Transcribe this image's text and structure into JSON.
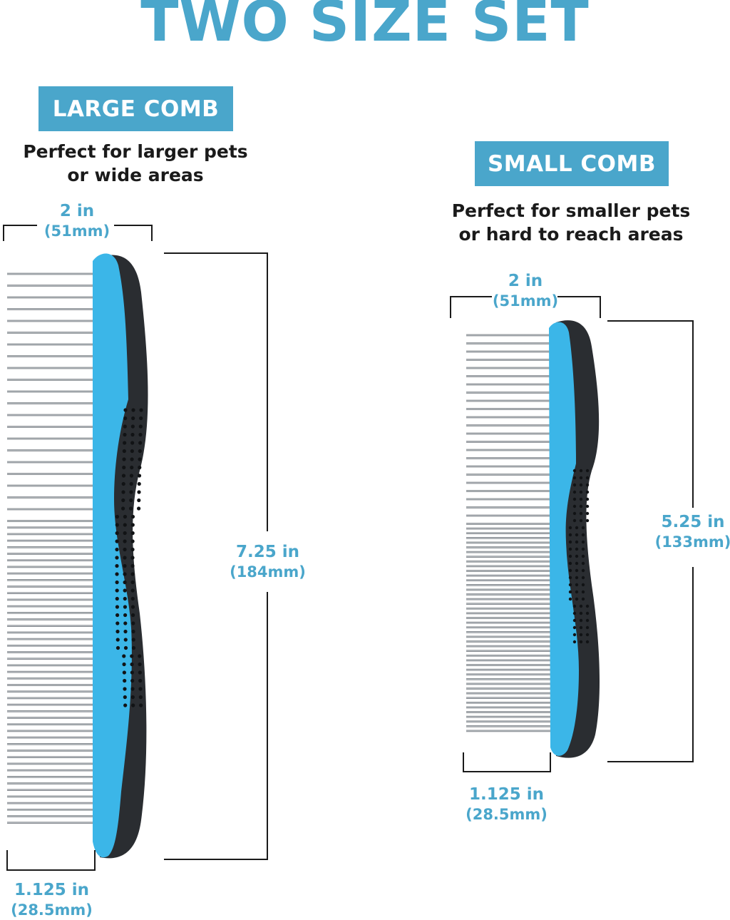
{
  "title": "TWO SIZE SET",
  "large": {
    "badge": "LARGE COMB",
    "desc_line1": "Perfect for larger pets",
    "desc_line2": "or wide areas",
    "width_in": "2 in",
    "width_mm": "(51mm)",
    "length_in": "7.25 in",
    "length_mm": "(184mm)",
    "teeth_in": "1.125 in",
    "teeth_mm": "(28.5mm)"
  },
  "small": {
    "badge": "SMALL COMB",
    "desc_line1": "Perfect for smaller pets",
    "desc_line2": "or hard to reach areas",
    "width_in": "2 in",
    "width_mm": "(51mm)",
    "length_in": "5.25 in",
    "length_mm": "(133mm)",
    "teeth_in": "1.125 in",
    "teeth_mm": "(28.5mm)"
  },
  "colors": {
    "accent": "#4aa6cb",
    "handle_blue": "#3bb6e8",
    "handle_black": "#2a2d31",
    "teeth": "#8a8f95"
  }
}
